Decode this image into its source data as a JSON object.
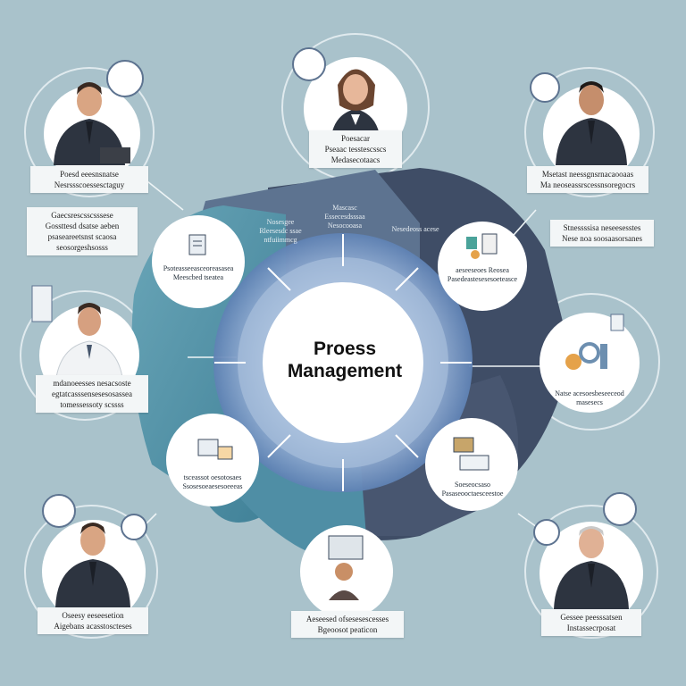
{
  "center": {
    "line1": "Proess",
    "line2": "Management"
  },
  "colors": {
    "background": "#a9c2cb",
    "hub_dark": "#3f4d66",
    "hub_mid": "#5d7390",
    "hub_teal": "#4f8ea5",
    "ring": "#7ea0c9",
    "white": "#ffffff"
  },
  "people": [
    {
      "position": "top",
      "icon": "businesswoman",
      "label": [
        "Poesacar",
        "Pseaac tesstescsscs",
        "Medasecotaacs"
      ]
    },
    {
      "position": "top-left",
      "icon": "businessman-laptop",
      "label": [
        "Poesd eeesnsnatse",
        "Nesrssscoessesctaguy"
      ]
    },
    {
      "position": "top-right",
      "icon": "businessman",
      "label": [
        "Msetast neessgnsrnacaooaas",
        "Ma neoseassrscessnsoregocrs"
      ]
    },
    {
      "position": "middle-left",
      "icon": "man-white-coat",
      "label": [
        "mdanoeesses nesacsoste",
        "egtatcasssensesesosassea",
        "tomessessoty scssss"
      ]
    },
    {
      "position": "bottom-left",
      "icon": "businessman-glasses",
      "label": [
        "Oseesy eeseesetion",
        "Aigebans acasstoscteses"
      ]
    },
    {
      "position": "bottom-right",
      "icon": "senior-businessman",
      "label": [
        "Gessee peesssatsen",
        "Instassecrposat"
      ]
    }
  ],
  "side_labels": [
    {
      "position": "left",
      "label": [
        "Gaecsrescsscsssese",
        "Gossttesd dsatse aeben",
        "psaseareetsnst scaosa",
        "seosorgeshsosss"
      ]
    },
    {
      "position": "right",
      "label": [
        "Stnessssisa neseesesstes",
        "Nese noa soosaasorsanes"
      ]
    }
  ],
  "process_nodes": [
    {
      "position": "upper-left",
      "icon": "document-icon",
      "label": [
        "Psoteasseeasceoreasasea",
        "Meescbed tseatea"
      ]
    },
    {
      "position": "upper-right",
      "icon": "tools-icon",
      "label": [
        "aeseeseoes Reosea",
        "Pasedeastesesesoeteasce"
      ]
    },
    {
      "position": "right",
      "icon": "gears-icon",
      "label": [
        "Natse acesoesbeseeceod",
        "masesecs"
      ]
    },
    {
      "position": "lower-right",
      "icon": "files-icon",
      "label": [
        "Soeseocsaso",
        "Pasaseooctaesceestoe"
      ]
    },
    {
      "position": "bottom",
      "icon": "team-icon",
      "label": [
        "Aeseesed ofsesesescesses",
        "Bgeoosot peaticon"
      ]
    },
    {
      "position": "lower-left",
      "icon": "machine-icon",
      "label": [
        "tsceassot oesotosaes",
        "Ssosesoeaesesoeeeas"
      ]
    }
  ],
  "hub_texts": [
    {
      "position": "top-left",
      "lines": [
        "Nosesgee",
        "Rleesesdc ssae",
        "ntfuiimmcg"
      ]
    },
    {
      "position": "top",
      "lines": [
        "Mascasc",
        "Essecesdsssaa",
        "Nesocooasa"
      ]
    },
    {
      "position": "top-right",
      "lines": [
        "Nesedeoss acese"
      ]
    }
  ]
}
